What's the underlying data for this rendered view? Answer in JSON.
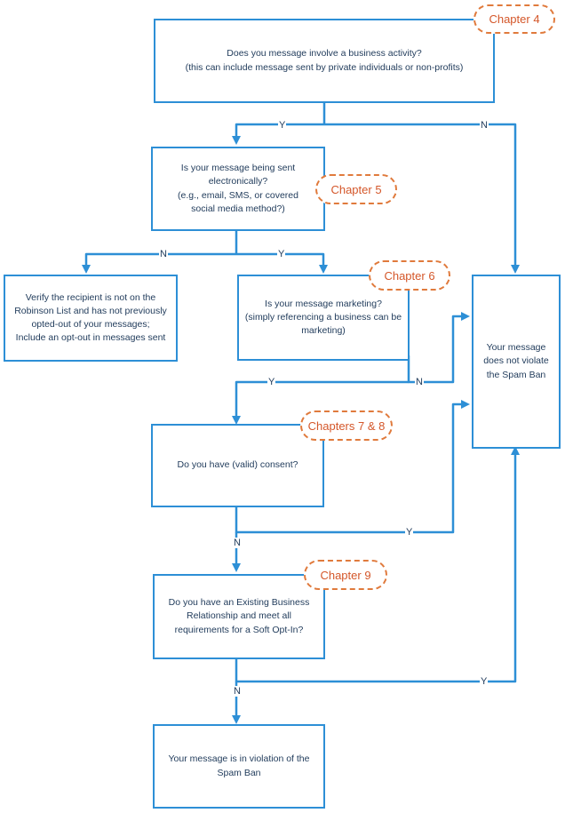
{
  "boxes": {
    "business_activity": "Does you message involve a business activity?\n(this can include message sent by private individuals or non-profits)",
    "electronic": "Is your message being sent electronically?\n(e.g., email, SMS, or covered social media method?)",
    "robinson": "Verify the recipient is not on the Robinson List and has not previously opted-out of your messages;\nInclude an opt-out in messages sent",
    "marketing": "Is your message marketing?\n(simply referencing a business can be marketing)",
    "no_violation": "Your message does not violate the Spam Ban",
    "consent": "Do you have (valid) consent?",
    "soft_opt_in": "Do you have an Existing Business Relationship and meet all requirements for a Soft Opt-In?",
    "violation": "Your message is in violation of the Spam Ban"
  },
  "chapters": {
    "c4": "Chapter 4",
    "c5": "Chapter 5",
    "c6": "Chapter 6",
    "c78": "Chapters 7 & 8",
    "c9": "Chapter 9"
  },
  "labels": {
    "yes": "Y",
    "no": "N"
  },
  "colors": {
    "box_border": "#2d8fd6",
    "arrow": "#2d8fd6",
    "chapter_border": "#e07a3c",
    "chapter_text": "#d4572a",
    "text": "#1f3a5a"
  }
}
